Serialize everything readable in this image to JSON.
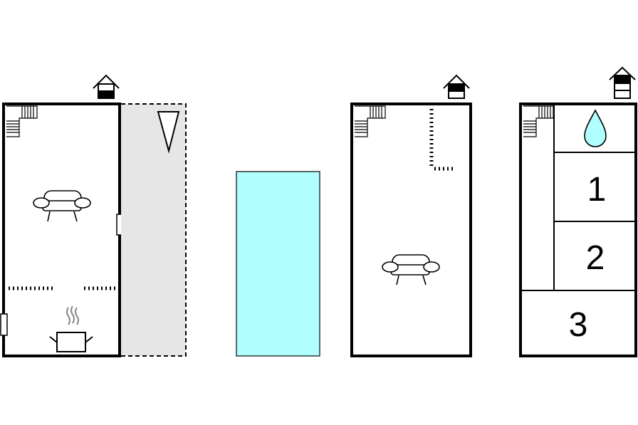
{
  "colors": {
    "wall": "#000000",
    "terrace_fill": "#e6e6e6",
    "pool_fill": "#b0ffff",
    "pool_stroke": "#333333",
    "background": "#ffffff"
  },
  "floors": [
    {
      "name": "ground-floor",
      "floor_indicator": "lowest-level-filled",
      "icons": [
        "stairs-icon",
        "sofa-icon",
        "cooking-pot-icon",
        "door-icon",
        "door-icon"
      ]
    },
    {
      "name": "terrace",
      "icons": [
        "compass-triangle-icon"
      ]
    },
    {
      "name": "pool",
      "icons": []
    },
    {
      "name": "first-floor",
      "floor_indicator": "middle-level-filled",
      "icons": [
        "stairs-icon",
        "sofa-icon"
      ]
    },
    {
      "name": "second-floor",
      "floor_indicator": "top-level-filled",
      "icons": [
        "stairs-icon",
        "water-drop-icon"
      ],
      "rooms": [
        "1",
        "2",
        "3"
      ]
    }
  ]
}
